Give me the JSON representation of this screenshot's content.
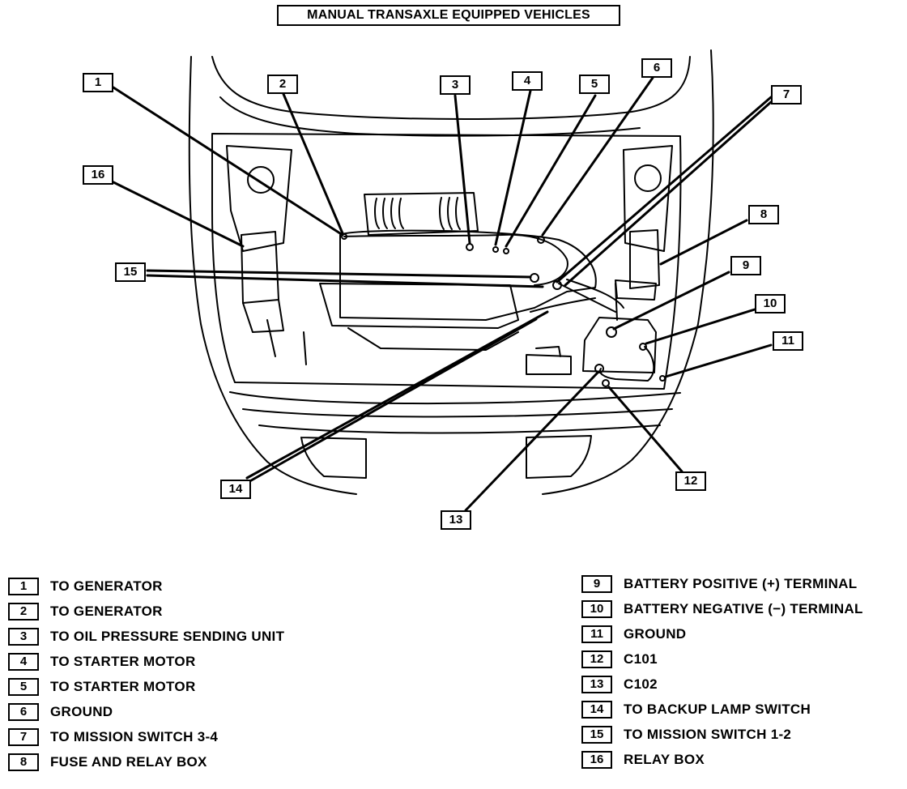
{
  "title": "MANUAL TRANSAXLE EQUIPPED VEHICLES",
  "callouts": [
    {
      "num": "1"
    },
    {
      "num": "2"
    },
    {
      "num": "3"
    },
    {
      "num": "4"
    },
    {
      "num": "5"
    },
    {
      "num": "6"
    },
    {
      "num": "7"
    },
    {
      "num": "8"
    },
    {
      "num": "9"
    },
    {
      "num": "10"
    },
    {
      "num": "11"
    },
    {
      "num": "12"
    },
    {
      "num": "13"
    },
    {
      "num": "14"
    },
    {
      "num": "15"
    },
    {
      "num": "16"
    }
  ],
  "legend_left": [
    {
      "num": "1",
      "text": "TO GENERATOR"
    },
    {
      "num": "2",
      "text": "TO GENERATOR"
    },
    {
      "num": "3",
      "text": "TO OIL PRESSURE SENDING UNIT"
    },
    {
      "num": "4",
      "text": "TO STARTER MOTOR"
    },
    {
      "num": "5",
      "text": "TO STARTER MOTOR"
    },
    {
      "num": "6",
      "text": "GROUND"
    },
    {
      "num": "7",
      "text": "TO MISSION SWITCH 3-4"
    },
    {
      "num": "8",
      "text": "FUSE AND RELAY BOX"
    }
  ],
  "legend_right": [
    {
      "num": "9",
      "text": "BATTERY POSITIVE (+) TERMINAL"
    },
    {
      "num": "10",
      "text": "BATTERY NEGATIVE (−) TERMINAL"
    },
    {
      "num": "11",
      "text": "GROUND"
    },
    {
      "num": "12",
      "text": "C101"
    },
    {
      "num": "13",
      "text": "C102"
    },
    {
      "num": "14",
      "text": "TO BACKUP LAMP SWITCH"
    },
    {
      "num": "15",
      "text": "TO MISSION SWITCH 1-2"
    },
    {
      "num": "16",
      "text": "RELAY BOX"
    }
  ]
}
